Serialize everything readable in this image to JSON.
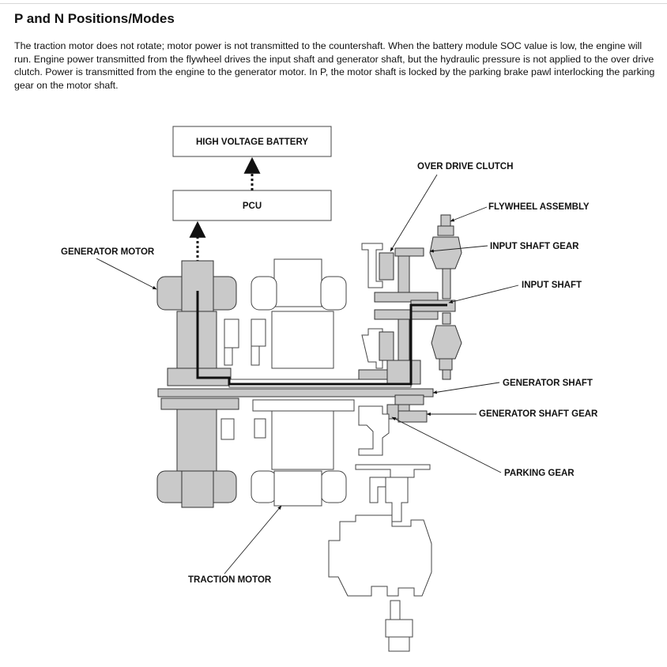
{
  "document": {
    "title": "P and N Positions/Modes",
    "paragraph": "The traction motor does not rotate; motor power is not transmitted to the countershaft. When the battery module SOC value is low, the engine will run. Engine power transmitted from the flywheel drives the input shaft and generator shaft, but the hydraulic pressure is not applied to the over drive clutch. Power is transmitted from the engine to the generator motor. In P, the motor shaft is locked by the parking brake pawl interlocking the parking gear on the motor shaft."
  },
  "diagram": {
    "boxes": {
      "high_voltage_battery": "HIGH VOLTAGE BATTERY",
      "pcu": "PCU"
    },
    "labels": {
      "over_drive_clutch": "OVER DRIVE CLUTCH",
      "flywheel_assembly": "FLYWHEEL ASSEMBLY",
      "input_shaft_gear": "INPUT SHAFT GEAR",
      "input_shaft": "INPUT SHAFT",
      "generator_motor": "GENERATOR MOTOR",
      "generator_shaft": "GENERATOR SHAFT",
      "generator_shaft_gear": "GENERATOR SHAFT GEAR",
      "parking_gear": "PARKING GEAR",
      "traction_motor": "TRACTION MOTOR"
    }
  }
}
